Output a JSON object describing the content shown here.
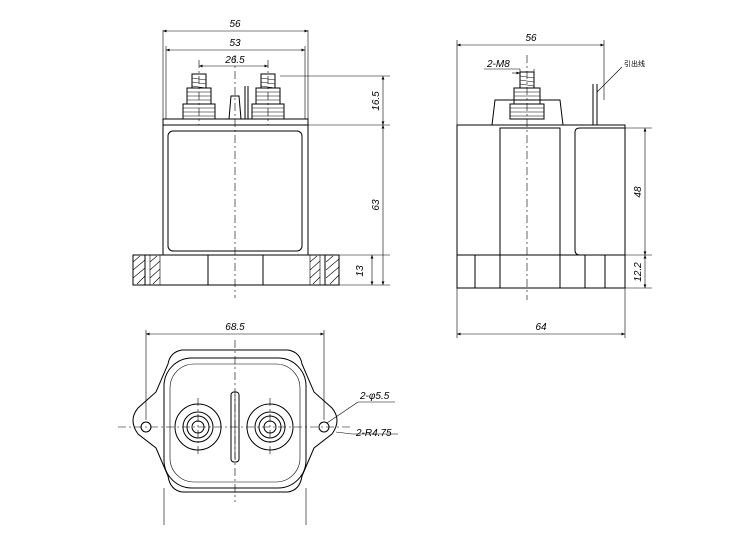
{
  "front_view": {
    "width_outer": "56",
    "width_inner": "53",
    "terminal_pitch": "26.5",
    "terminal_height": "16.5",
    "body_height": "63",
    "flange_height": "13"
  },
  "side_view": {
    "width_top": "56",
    "thread_label": "2-M8",
    "lead_note": "引出线",
    "height_body": "48",
    "height_base": "12.2",
    "width_bottom": "64"
  },
  "top_view": {
    "width_total": "68.5",
    "hole_diameter": "2-φ5.5",
    "flange_radius": "2-R4.75"
  },
  "colors": {
    "line": "#000000",
    "background": "#ffffff"
  }
}
